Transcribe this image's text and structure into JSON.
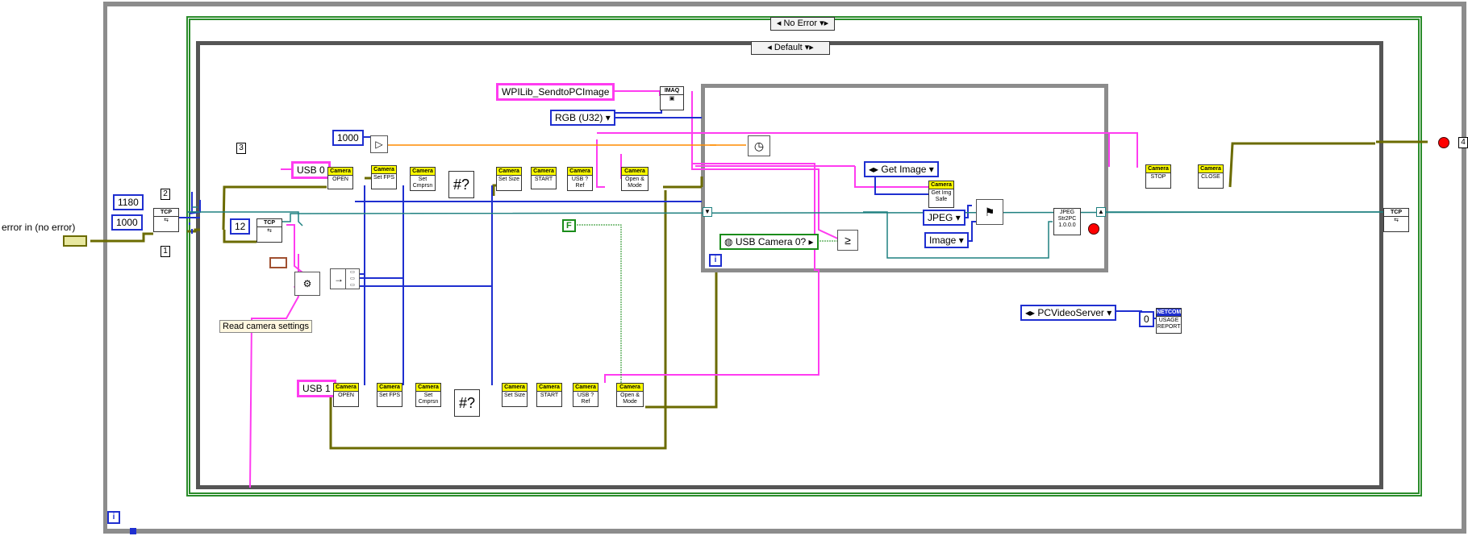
{
  "error_in_label": "error in (no error)",
  "case_outer": {
    "selector": "No Error"
  },
  "case_inner": {
    "selector": "Default"
  },
  "constants": {
    "port_1180": "1180",
    "timeout_1000a": "1000",
    "size_12": "12",
    "timeout_1000b": "1000",
    "usb0": "USB 0",
    "usb1": "USB 1",
    "wpilib_name": "WPILib_SendtoPCImage",
    "rgb_type": "RGB (U32)",
    "bool_false": "F",
    "camera_name": "USB Camera 0?",
    "get_image": "Get Image",
    "jpeg": "JPEG",
    "image": "Image",
    "pc_video_server": "PCVideoServer",
    "zero": "0"
  },
  "sequence_numbers": {
    "n1": "1",
    "n2": "2",
    "n3": "3",
    "n4": "4"
  },
  "loop_iteration": "i",
  "comment": "Read camera settings",
  "vis": {
    "open0": {
      "hdr": "Camera",
      "body": "OPEN"
    },
    "setfps0": {
      "hdr": "Camera",
      "body": "Set FPS"
    },
    "setcmp0": {
      "hdr": "Camera",
      "body": "Set Cmprsn"
    },
    "setsize0": {
      "hdr": "Camera",
      "body": "Set Size"
    },
    "start0": {
      "hdr": "Camera",
      "body": "START"
    },
    "usbref0": {
      "hdr": "Camera",
      "body": "USB ? Ref"
    },
    "openmode0": {
      "hdr": "Camera",
      "body": "Open & Mode"
    },
    "open1": {
      "hdr": "Camera",
      "body": "OPEN"
    },
    "setfps1": {
      "hdr": "Camera",
      "body": "Set FPS"
    },
    "setcmp1": {
      "hdr": "Camera",
      "body": "Set Cmprsn"
    },
    "setsize1": {
      "hdr": "Camera",
      "body": "Set Size"
    },
    "start1": {
      "hdr": "Camera",
      "body": "START"
    },
    "usbref1": {
      "hdr": "Camera",
      "body": "USB ? Ref"
    },
    "openmode1": {
      "hdr": "Camera",
      "body": "Open & Mode"
    },
    "getimg": {
      "hdr": "Camera",
      "body": "Get Img Safe"
    },
    "stop": {
      "hdr": "Camera",
      "body": "STOP"
    },
    "close": {
      "hdr": "Camera",
      "body": "CLOSE"
    },
    "jpegstr": {
      "hdr": "",
      "body": "JPEG Str2PC 1.0.0.0"
    },
    "netcomm": {
      "hdr": "NETCOMM",
      "body": "USAGE REPORT"
    },
    "imaq": {
      "hdr": "IMAQ",
      "body": ""
    },
    "tcp1": {
      "hdr": "TCP",
      "body": ""
    },
    "tcp2": {
      "hdr": "TCP",
      "body": ""
    },
    "tcp3": {
      "hdr": "TCP",
      "body": ""
    }
  },
  "colors": {
    "error_cluster": "#6b6b00",
    "string_wire": "#ff3cf0",
    "int_wire": "#1f2fd0",
    "refnum_wire": "#1f8080",
    "bool_wire": "#1a8c1a",
    "orange_wire": "#ff8c00",
    "frame": "#808080",
    "case_border": "#2a8c2a"
  }
}
